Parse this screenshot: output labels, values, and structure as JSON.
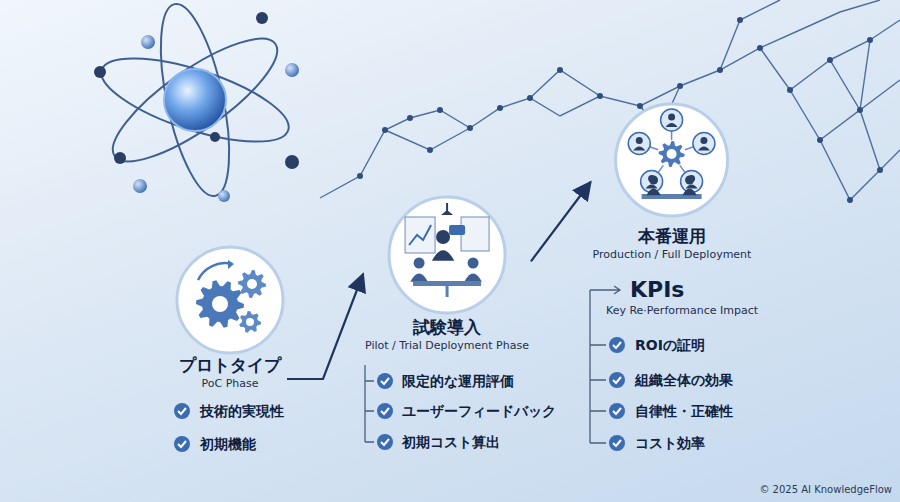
{
  "diagram": {
    "nodes": [
      {
        "text": [
          "プロトタイプ",
          "PoC Phase"
        ]
      },
      {
        "text": [
          "試験導入",
          "Pilot / Trial Deployment Phase"
        ]
      },
      {
        "text": [
          "本番運用",
          "Production / Full Deployment"
        ]
      }
    ],
    "edges": [
      {
        "from": 0,
        "to": 1,
        "arrow": "to"
      },
      {
        "from": 1,
        "to": 2,
        "arrow": "to"
      }
    ],
    "labels": [
      "技術的実現性",
      "初期機能",
      "限定的な運用評価",
      "ユーザーフィードバック",
      "初期コスト算出",
      "KPIs",
      "Key Re·Performance Impact",
      "ROIの証明",
      "組織全体の効果",
      "自律性・正確性",
      "コスト効率",
      "© 2025 AI KnowledgeFlow"
    ]
  }
}
